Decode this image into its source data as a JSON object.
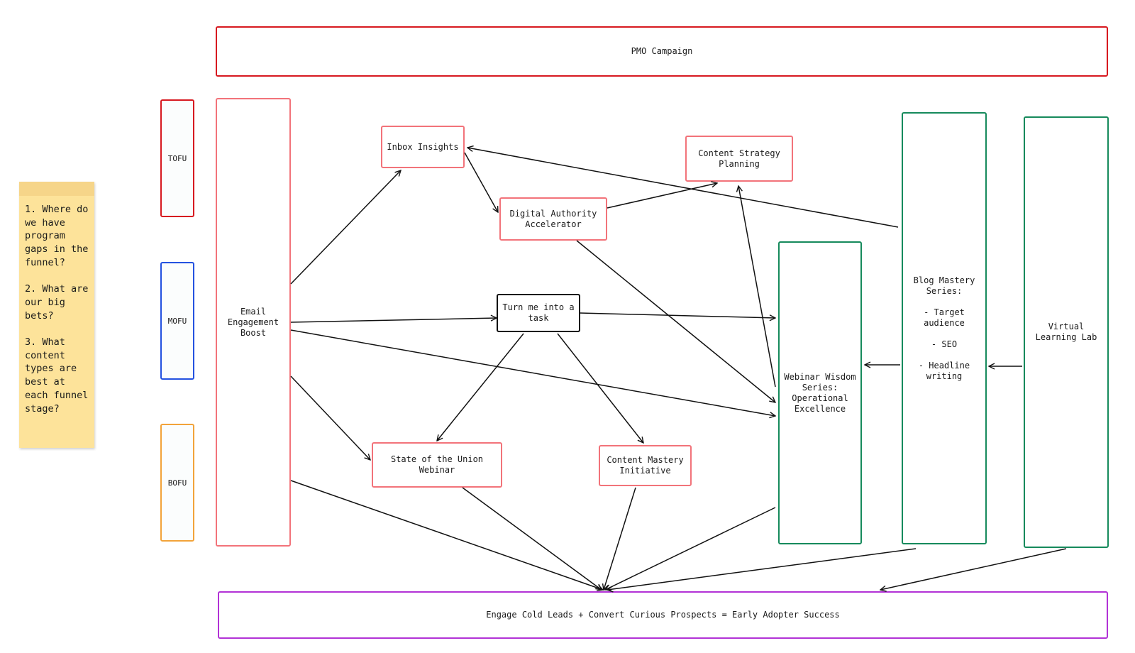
{
  "header": {
    "label": "PMO Campaign"
  },
  "footer": {
    "label": "Engage Cold Leads + Convert Curious Prospects = Early Adopter Success"
  },
  "stages": {
    "tofu": "TOFU",
    "mofu": "MOFU",
    "bofu": "BOFU"
  },
  "sticky_note": {
    "text": "1. Where do we have program gaps in the funnel?\n\n2. What are our big bets?\n\n3. What content types are best at each funnel stage?"
  },
  "nodes": {
    "email_engagement": "Email\nEngagement\nBoost",
    "inbox_insights": "Inbox Insights",
    "digital_authority": "Digital Authority\nAccelerator",
    "content_strategy": "Content Strategy\nPlanning",
    "turn_into_task": "Turn me into a\ntask",
    "state_of_union": "State of the Union\nWebinar",
    "content_mastery": "Content Mastery\nInitiative",
    "webinar_wisdom": "Webinar Wisdom\nSeries:\nOperational\nExcellence",
    "blog_mastery": "Blog Mastery\nSeries:\n\n- Target\naudience\n\n- SEO\n\n- Headline\nwriting",
    "virtual_lab": "Virtual\nLearning Lab"
  },
  "colors": {
    "header_border": "#d71920",
    "program_border": "#f2737a",
    "big_bet_border": "#168a5c",
    "task_border": "#111111",
    "tofu_border": "#d71920",
    "mofu_border": "#2452e0",
    "bofu_border": "#f2a33a",
    "footer_border": "#b232d6",
    "sticky_fill": "#fde39a"
  }
}
